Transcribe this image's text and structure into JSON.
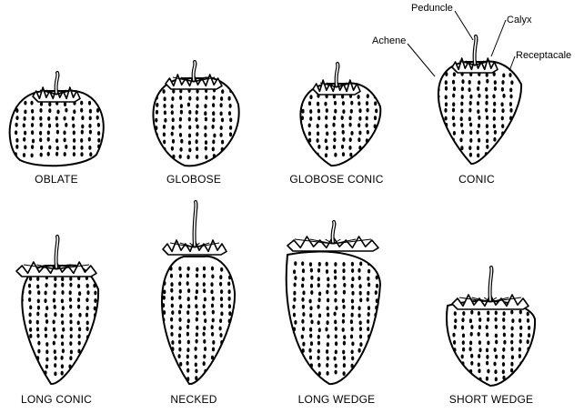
{
  "figure": {
    "ink_color": "#000000",
    "background": "#ffffff",
    "shapes": [
      {
        "label": "OBLATE"
      },
      {
        "label": "GLOBOSE"
      },
      {
        "label": "GLOBOSE CONIC"
      },
      {
        "label": "CONIC"
      },
      {
        "label": "LONG CONIC"
      },
      {
        "label": "NECKED"
      },
      {
        "label": "LONG WEDGE"
      },
      {
        "label": "SHORT WEDGE"
      }
    ],
    "parts": {
      "peduncle": "Peduncle",
      "calyx": "Calyx",
      "achene": "Achene",
      "receptacle": "Receptacale"
    }
  }
}
